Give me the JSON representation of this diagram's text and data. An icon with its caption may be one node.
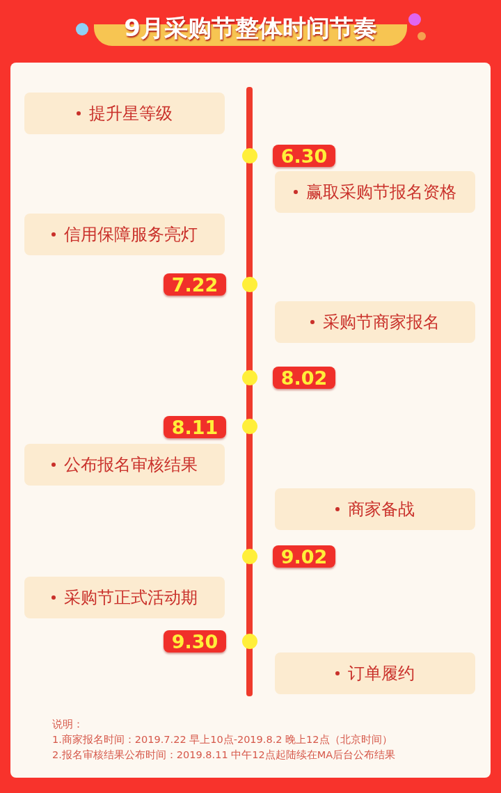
{
  "diagram": {
    "title": "9月采购节整体时间节奏",
    "nodes": [
      {
        "text": [
          "提升星等级"
        ]
      },
      {
        "text": [
          "6.30"
        ]
      },
      {
        "text": [
          "赢取采购节报名资格"
        ]
      },
      {
        "text": [
          "信用保障服务亮灯"
        ]
      },
      {
        "text": [
          "7.22"
        ]
      },
      {
        "text": [
          "采购节商家报名"
        ]
      },
      {
        "text": [
          "8.02"
        ]
      },
      {
        "text": [
          "8.11"
        ]
      },
      {
        "text": [
          "公布报名审核结果"
        ]
      },
      {
        "text": [
          "商家备战"
        ]
      },
      {
        "text": [
          "9.02"
        ]
      },
      {
        "text": [
          "采购节正式活动期"
        ]
      },
      {
        "text": [
          "9.30"
        ]
      },
      {
        "text": [
          "订单履约"
        ]
      }
    ],
    "labels": [
      "说明：",
      "1.商家报名时间：2019.7.22 早上10点-2019.8.2 晚上12点（北京时间）",
      "2.报名审核结果公布时间：2019.8.11 中午12点起陆续在MA后台公布结果"
    ]
  }
}
